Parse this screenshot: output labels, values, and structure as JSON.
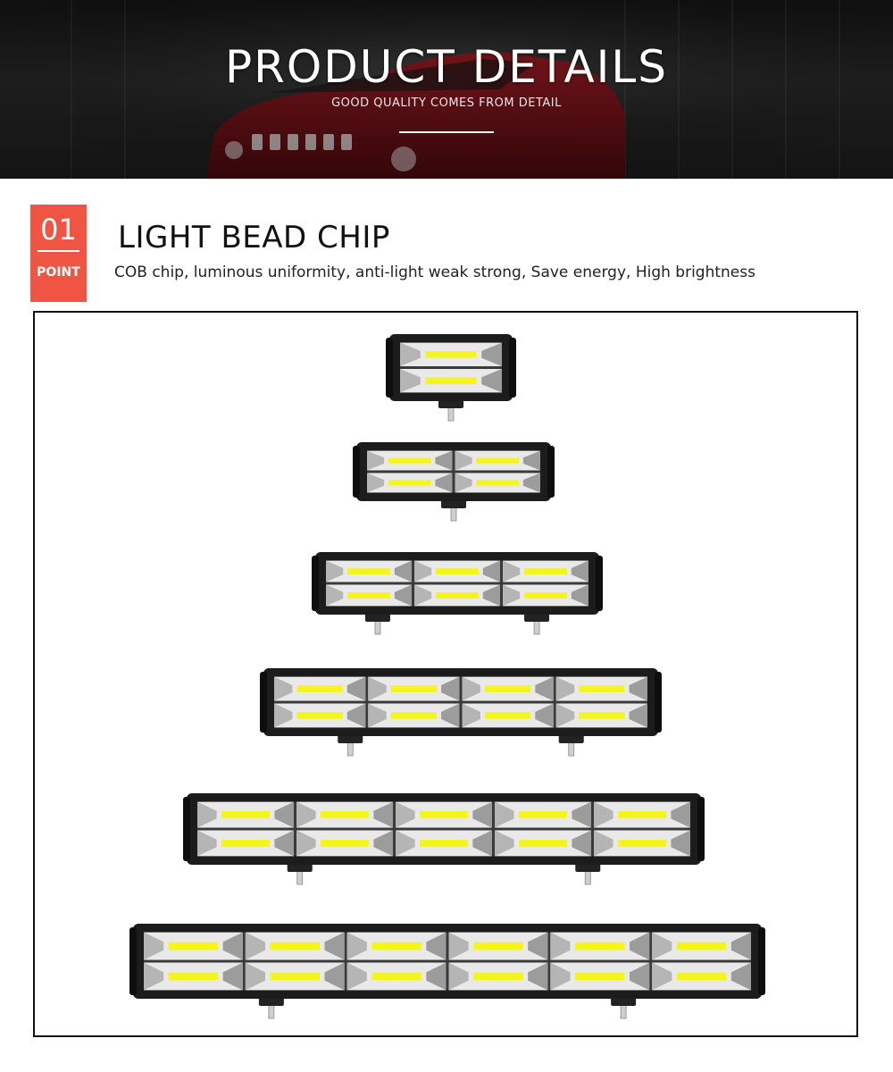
{
  "banner": {
    "title": "PRODUCT DETAILS",
    "subtitle": "GOOD QUALITY COMES FROM DETAIL"
  },
  "section": {
    "number": "01",
    "badge_label": "POINT",
    "title": "LIGHT BEAD CHIP",
    "description": "COB chip, luminous uniformity, anti-light weak strong, Save energy, High brightness"
  },
  "products": [
    {
      "name": "light-bar-1-module",
      "modules": 1
    },
    {
      "name": "light-bar-2-module",
      "modules": 2
    },
    {
      "name": "light-bar-3-module",
      "modules": 3
    },
    {
      "name": "light-bar-4-module",
      "modules": 4
    },
    {
      "name": "light-bar-5-module",
      "modules": 5
    },
    {
      "name": "light-bar-6-module",
      "modules": 6
    }
  ],
  "colors": {
    "accent": "#f05543",
    "cob_chip": "#f3f51c",
    "bar_housing": "#1c1c1c"
  }
}
